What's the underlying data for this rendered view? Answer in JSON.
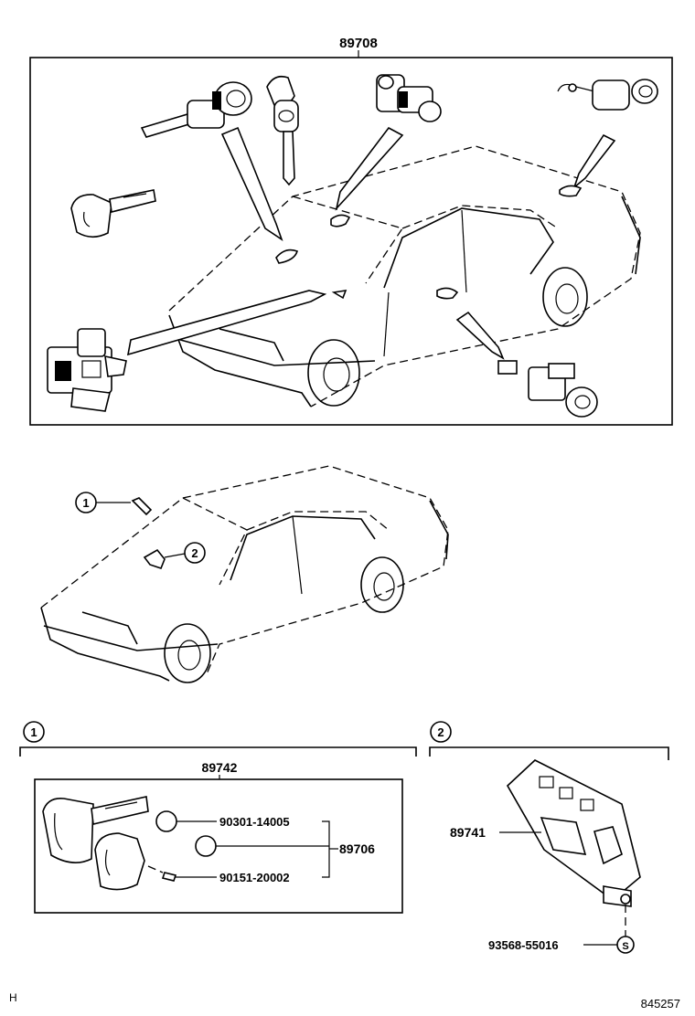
{
  "labels": {
    "assembly_top": "89708",
    "callout_1": "1",
    "callout_2": "2",
    "section_1": "1",
    "section_2": "2",
    "assembly_key": "89742",
    "part_a": "90301-14005",
    "part_b": "90151-20002",
    "part_group": "89706",
    "part_module": "89741",
    "part_screw": "93568-55016",
    "screw_symbol": "S",
    "corner_letter": "H",
    "figure_id": "845257"
  }
}
